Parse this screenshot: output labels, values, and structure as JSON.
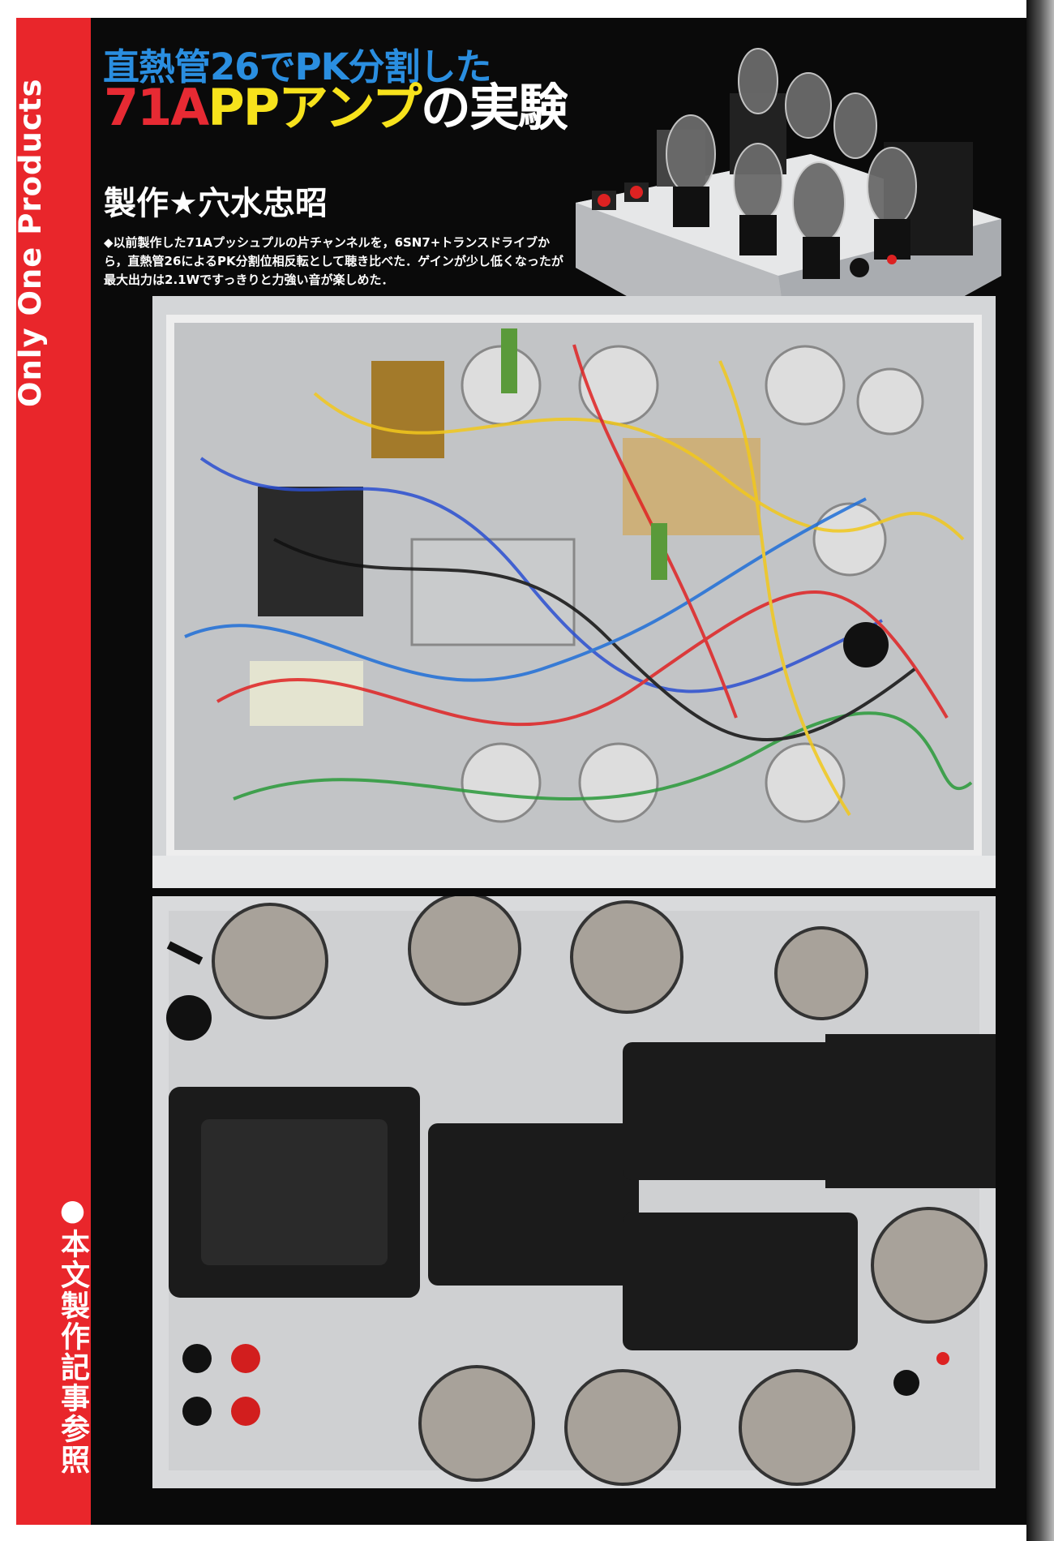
{
  "sidebar": {
    "brand_vertical": "Only One Products",
    "reference_vertical": "●本文製作記事参照"
  },
  "header": {
    "title_line1": "直熱管26でPK分割した",
    "title_line2_part_red": "71A",
    "title_line2_part_yellow": "PPアンプ",
    "title_line2_part_white": "の実験",
    "author": "製作★穴水忠昭"
  },
  "caption": {
    "text": "◆以前製作した71Aプッシュプルの片チャンネルを，6SN7+トランスドライブから，直熱管26によるPK分割位相反転として聴き比べた．ゲインが少し低くなったが最大出力は2.1Wですっきりと力強い音が楽しめた．"
  },
  "photos": {
    "front_view_icon": "tube-amp-front-photo",
    "underside_icon": "chassis-wiring-photo",
    "top_view_icon": "chassis-top-photo"
  },
  "colors": {
    "sidebar_red": "#e9262b",
    "title_blue": "#2a8ee0",
    "title_red": "#e72a33",
    "title_yellow": "#f7e21c",
    "background": "#0a0a0a"
  }
}
